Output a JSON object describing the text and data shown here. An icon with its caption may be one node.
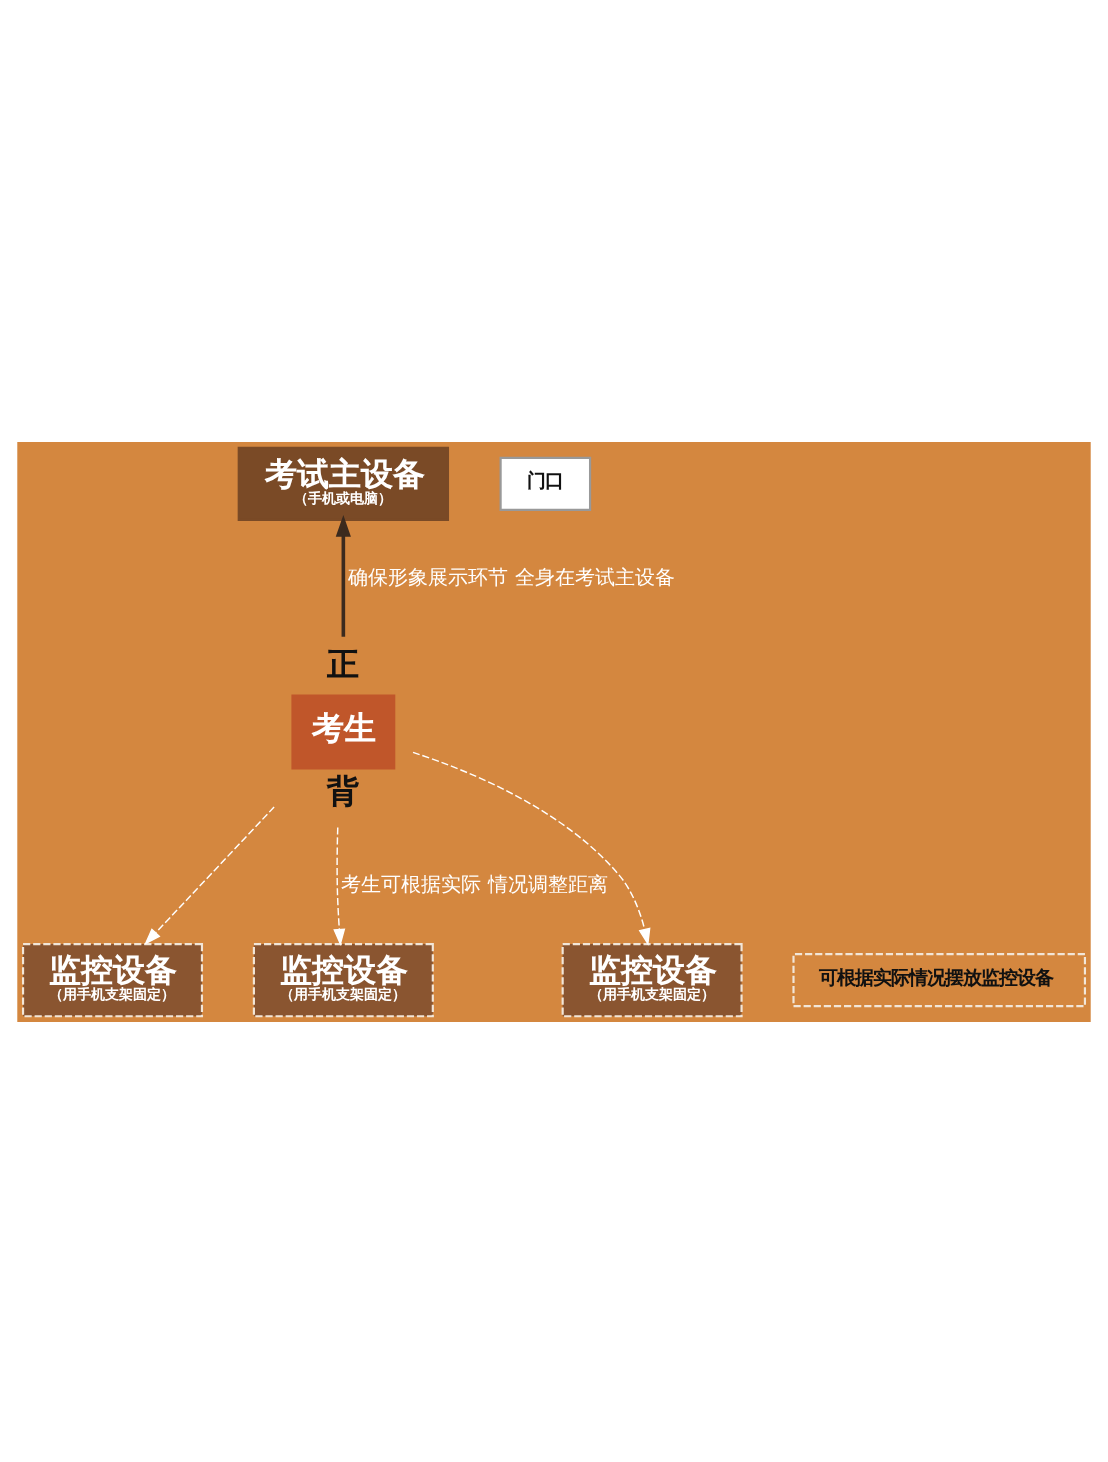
{
  "diagram": {
    "nodes": [
      {
        "text": [
          "考试主设备",
          "（手机或电脑）"
        ]
      },
      {
        "text": [
          "考生"
        ],
        "beside": [
          "正",
          "背"
        ]
      },
      {
        "text": [
          "监控设备",
          "（用手机支架固定）"
        ]
      },
      {
        "text": [
          "监控设备",
          "（用手机支架固定）"
        ]
      },
      {
        "text": [
          "监控设备",
          "（用手机支架固定）"
        ]
      },
      {
        "text": [
          "可根据实际情况摆放监控设备"
        ]
      },
      {
        "text": [
          "门口"
        ]
      }
    ],
    "edges": [
      {
        "from": 1,
        "to": 0,
        "arrow": "to",
        "label": "确保形象展示环节 全身在考试主设备",
        "color": "#3b2a1e"
      },
      {
        "from": 1,
        "to": 2,
        "arrow": "to",
        "style": "dashed"
      },
      {
        "from": 1,
        "to": 3,
        "arrow": "to",
        "style": "dashed",
        "label": "考生可根据实际 情况调整距离"
      },
      {
        "from": 1,
        "to": 4,
        "arrow": "to",
        "style": "dashed"
      }
    ]
  }
}
